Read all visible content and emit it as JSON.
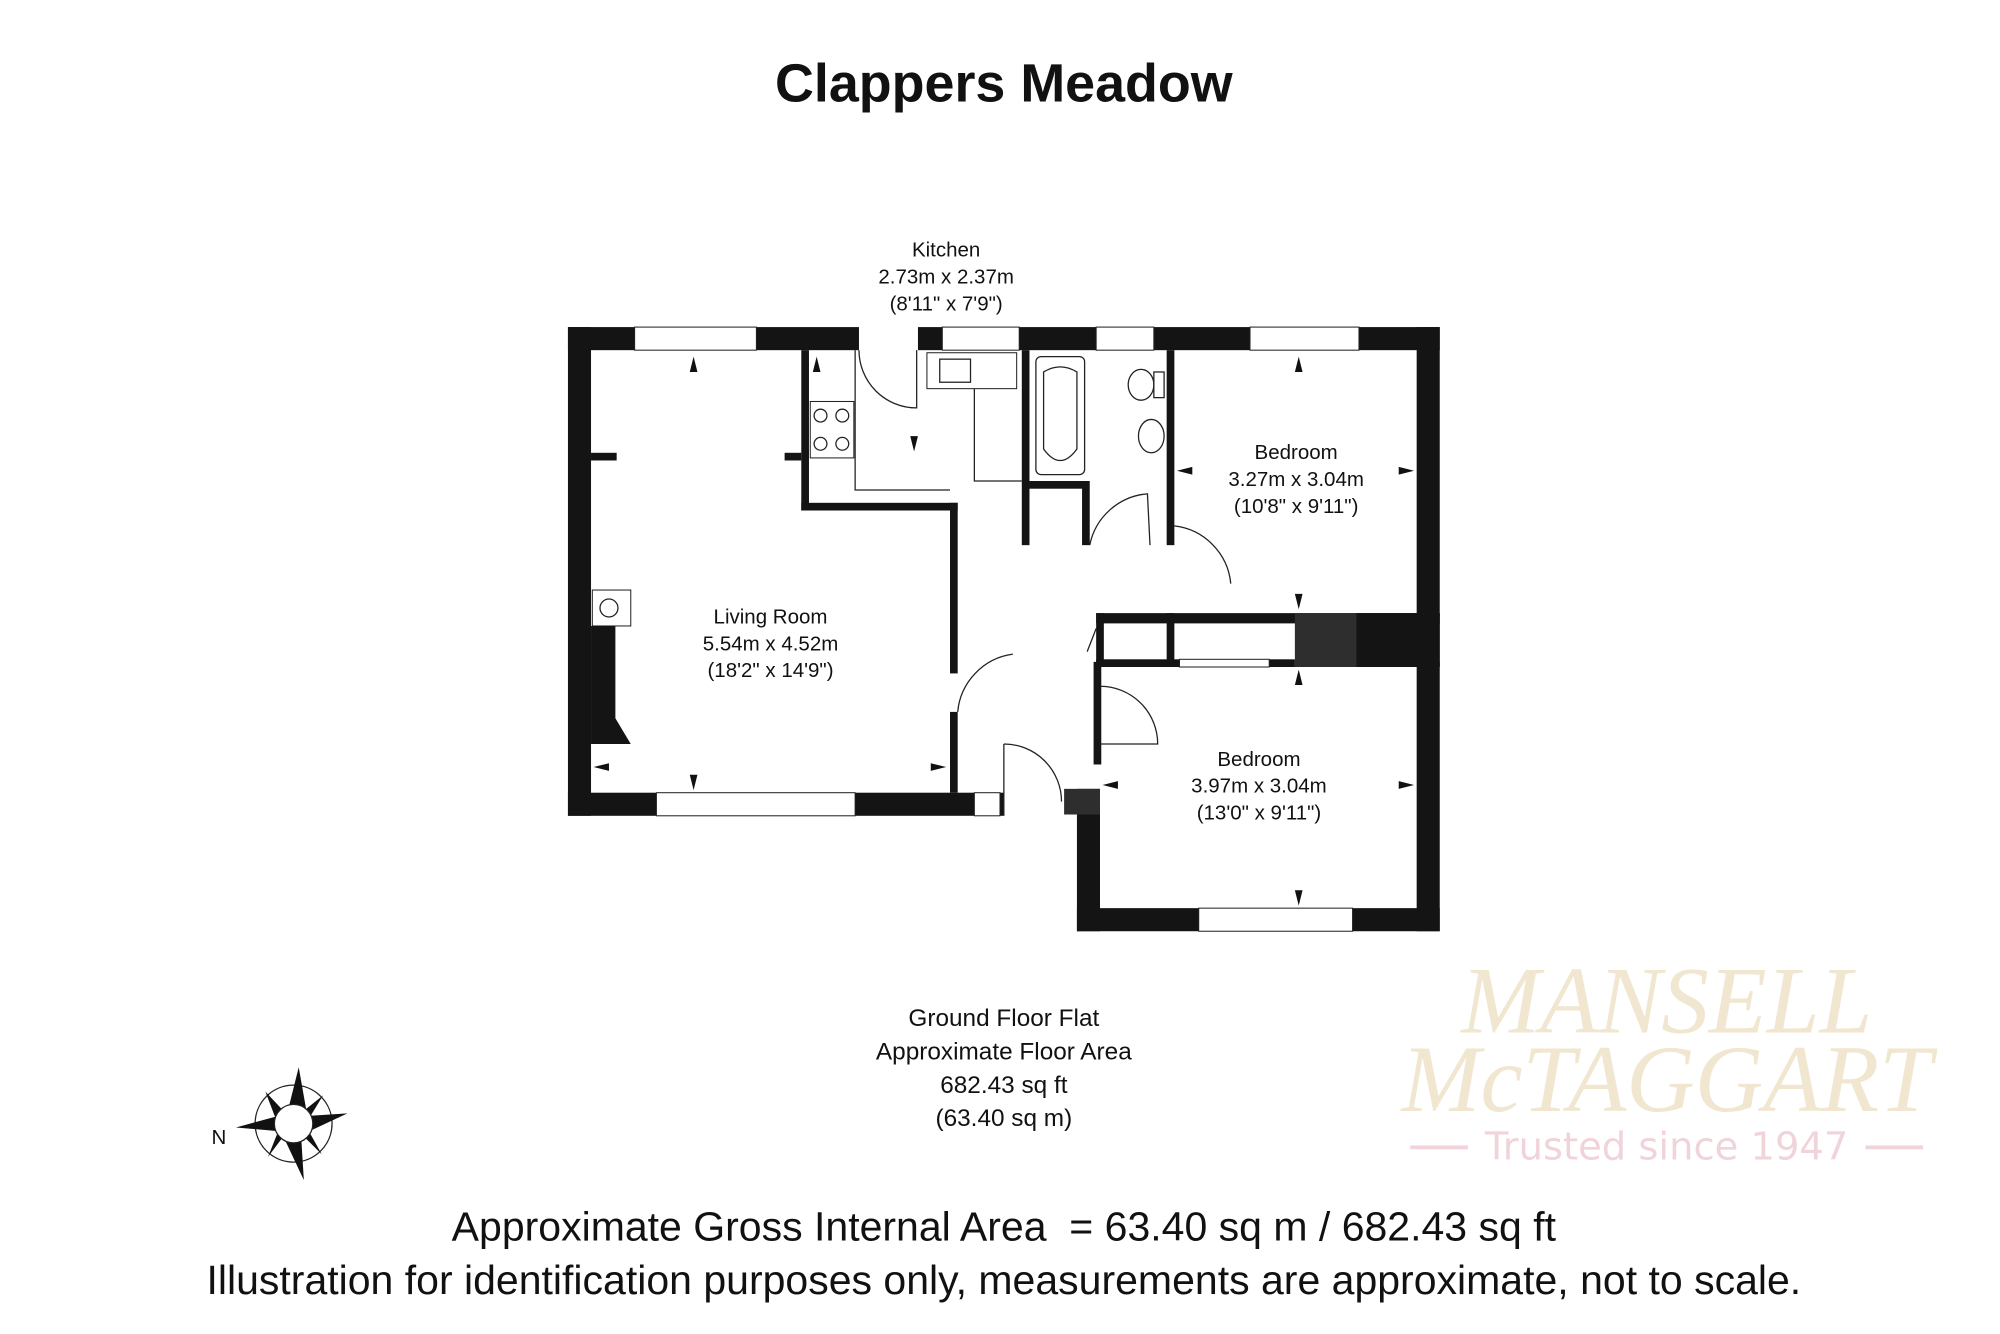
{
  "title": "Clappers Meadow",
  "rooms": {
    "kitchen": {
      "name": "Kitchen",
      "metric": "2.73m x 2.37m",
      "imperial": "(8'11\" x 7'9\")"
    },
    "living_room": {
      "name": "Living Room",
      "metric": "5.54m x 4.52m",
      "imperial": "(18'2\" x 14'9\")"
    },
    "bedroom1": {
      "name": "Bedroom",
      "metric": "3.27m x 3.04m",
      "imperial": "(10'8\" x 9'11\")"
    },
    "bedroom2": {
      "name": "Bedroom",
      "metric": "3.97m x 3.04m",
      "imperial": "(13'0\" x 9'11\")"
    }
  },
  "watermark": {
    "line1": "MANSELL",
    "line2": "McTAGGART",
    "tagline": "Trusted since 1947"
  },
  "floor_summary": {
    "floor": "Ground Floor Flat",
    "label": "Approximate Floor Area",
    "sqft": "682.43 sq ft",
    "sqm": "(63.40 sq m)"
  },
  "compass": {
    "label": "N"
  },
  "footer": {
    "gross_area": "Approximate Gross Internal Area  = 63.40 sq m / 682.43 sq ft",
    "disclaimer": "Illustration for identification purposes only, measurements are approximate, not to scale."
  },
  "colors": {
    "wall": "#141414",
    "watermark": "#f1e6cf",
    "tagline": "#f0d4da"
  }
}
